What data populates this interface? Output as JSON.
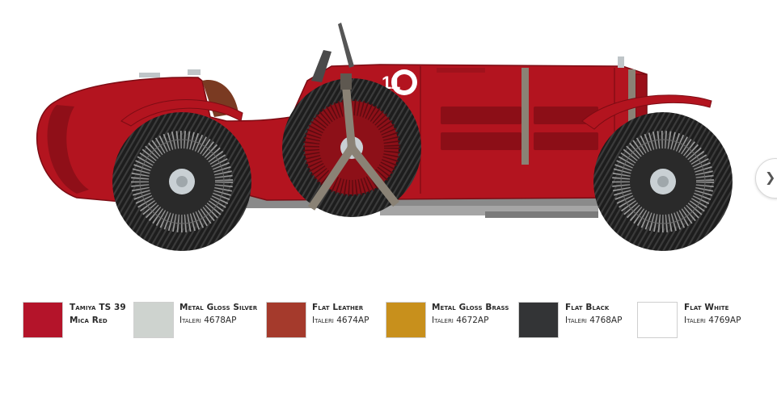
{
  "navigation": {
    "next_icon": "chevron-right-icon",
    "next_glyph": "❯"
  },
  "car": {
    "race_number": "11",
    "colors": {
      "body": "#b3141f",
      "body_dark": "#7c0c14",
      "tyre": "#1d1d1d",
      "tyre_tread": "#3a3a3a",
      "spoke": "#9a9a9a",
      "hub": "#c9d0d4",
      "strap": "#8a8275",
      "chassis": "#6d6d6d"
    }
  },
  "paints": [
    {
      "name_line1": "Tamiya TS 39",
      "name_line2": "Mica Red",
      "code": "",
      "color": "#b4142a"
    },
    {
      "name_line1": "Metal Gloss Silver",
      "name_line2": "",
      "code": "Italeri 4678AP",
      "color": "#ced3cf"
    },
    {
      "name_line1": "Flat Leather",
      "name_line2": "",
      "code": "Italeri 4674AP",
      "color": "#a53a2c"
    },
    {
      "name_line1": "Metal Gloss Brass",
      "name_line2": "",
      "code": "Italeri 4672AP",
      "color": "#c8901c"
    },
    {
      "name_line1": "Flat Black",
      "name_line2": "",
      "code": "Italeri 4768AP",
      "color": "#333436"
    },
    {
      "name_line1": "Flat White",
      "name_line2": "",
      "code": "Italeri 4769AP",
      "color": "#ffffff"
    }
  ]
}
